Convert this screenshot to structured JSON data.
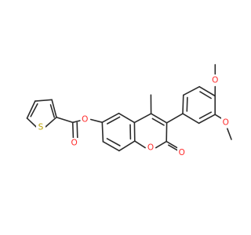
{
  "colors": {
    "bond": "#2b2b2b",
    "oxygen": "#ff2b2b",
    "sulfur": "#b8a000",
    "background": "#ffffff"
  },
  "atoms": {
    "O_methoxy_top": "O",
    "O_methoxy_mid": "O",
    "O_ester": "O",
    "O_carbonyl_ester": "O",
    "S_thiophene": "S",
    "O_ring": "O",
    "O_lactone": "O"
  }
}
